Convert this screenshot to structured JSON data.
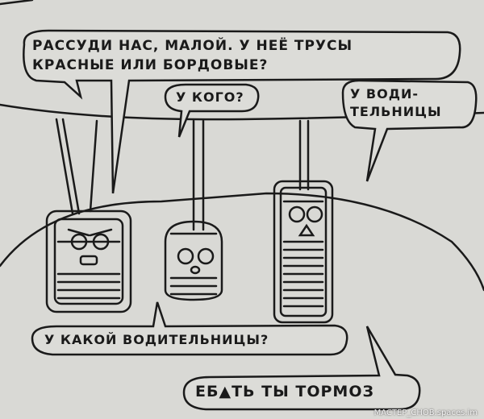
{
  "bubbles": {
    "question": {
      "line1": "РАССУДИ НАС, МАЛОЙ. У НЕЁ ТРУСЫ",
      "line2": "КРАСНЫЕ ИЛИ БОРДОВЫЕ?"
    },
    "who": "У КОГО?",
    "driver": {
      "line1": "У ВОДИ-",
      "line2": "ТЕЛЬНИЦЫ"
    },
    "which_driver": "У КАКОЙ ВОДИТЕЛЬНИЦЫ?",
    "slow": "ЕБ▲ТЬ ТЫ ТОРМОЗ"
  },
  "watermark": "MACTEP_CHOB.spaces.im"
}
